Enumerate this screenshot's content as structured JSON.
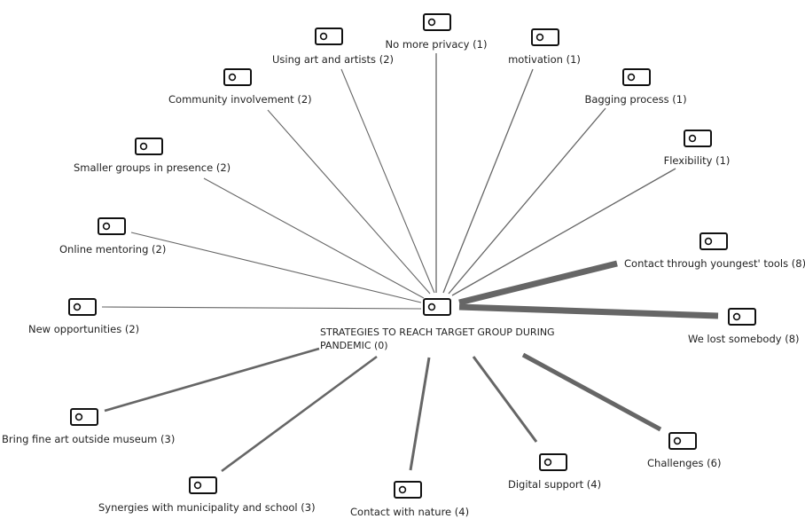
{
  "diagram": {
    "center": {
      "label_lines": [
        "STRATEGIES TO REACH TARGET GROUP DURING",
        "PANDEMIC (0)"
      ],
      "icon": "tag-icon"
    },
    "nodes": [
      {
        "id": "no-more-privacy",
        "label": "No more privacy (1)",
        "weight": 1,
        "icon": "tag-icon"
      },
      {
        "id": "motivation",
        "label": "motivation (1)",
        "weight": 1,
        "icon": "tag-icon"
      },
      {
        "id": "bagging-process",
        "label": "Bagging process (1)",
        "weight": 1,
        "icon": "tag-icon"
      },
      {
        "id": "flexibility",
        "label": "Flexibility (1)",
        "weight": 1,
        "icon": "tag-icon"
      },
      {
        "id": "contact-through-youngest-tools",
        "label": "Contact through youngest' tools (8)",
        "weight": 8,
        "icon": "tag-icon"
      },
      {
        "id": "we-lost-somebody",
        "label": "We lost somebody (8)",
        "weight": 8,
        "icon": "tag-icon"
      },
      {
        "id": "challenges",
        "label": "Challenges (6)",
        "weight": 6,
        "icon": "tag-icon"
      },
      {
        "id": "digital-support",
        "label": "Digital support (4)",
        "weight": 4,
        "icon": "tag-icon"
      },
      {
        "id": "contact-with-nature",
        "label": "Contact with nature (4)",
        "weight": 4,
        "icon": "tag-icon"
      },
      {
        "id": "synergies",
        "label": "Synergies with municipality and school (3)",
        "weight": 3,
        "icon": "tag-icon"
      },
      {
        "id": "bring-fine-art",
        "label": "Bring fine art outside museum (3)",
        "weight": 3,
        "icon": "tag-icon"
      },
      {
        "id": "new-opportunities",
        "label": "New opportunities (2)",
        "weight": 2,
        "icon": "tag-icon"
      },
      {
        "id": "online-mentoring",
        "label": "Online mentoring (2)",
        "weight": 2,
        "icon": "tag-icon"
      },
      {
        "id": "smaller-groups",
        "label": "Smaller groups in presence (2)",
        "weight": 2,
        "icon": "tag-icon"
      },
      {
        "id": "community-involvement",
        "label": "Community involvement (2)",
        "weight": 2,
        "icon": "tag-icon"
      },
      {
        "id": "using-art",
        "label": "Using art and artists (2)",
        "weight": 2,
        "icon": "tag-icon"
      }
    ],
    "colors": {
      "edge": "#666666",
      "icon_stroke": "#111111",
      "text": "#222222",
      "background": "#ffffff"
    }
  }
}
